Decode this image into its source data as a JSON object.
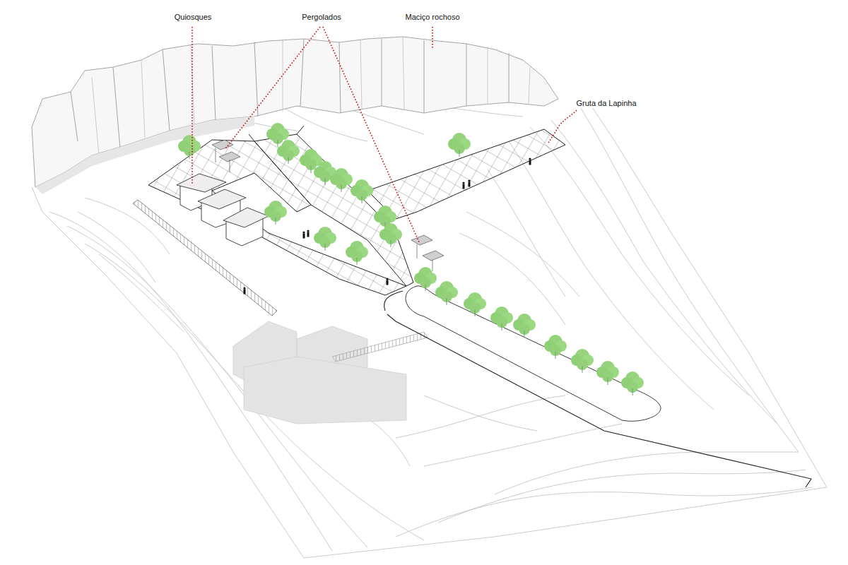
{
  "diagram": {
    "labels": [
      "Quiosques",
      "Pergolados",
      "Maciço rochoso",
      "Gruta da Lapinha"
    ]
  }
}
